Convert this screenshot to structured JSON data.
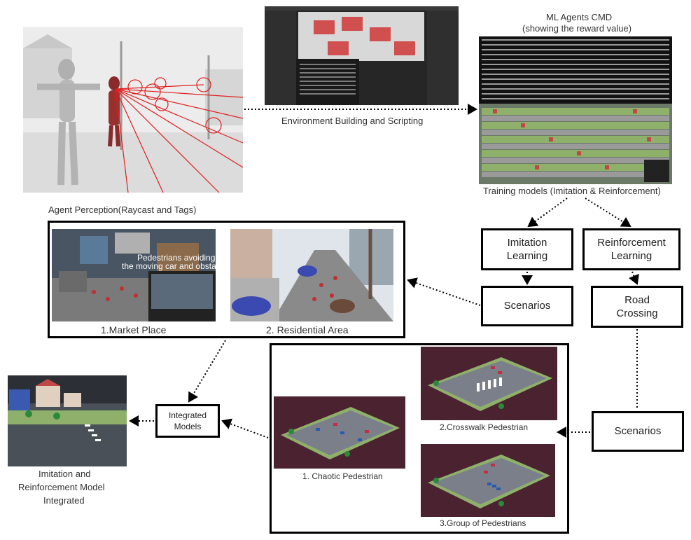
{
  "labels": {
    "env_building": "Environment Building and Scripting",
    "ml_cmd_line1": "ML Agents CMD",
    "ml_cmd_line2": "(showing the reward value)",
    "training_models": "Training models (Imitation & Reinforcement)",
    "agent_perception": "Agent Perception(Raycast and Tags)",
    "market_place": "1.Market Place",
    "residential_area": "2. Residential Area",
    "pedestrians_overlay_line1": "Pedestrians avoiding",
    "pedestrians_overlay_line2": "the moving car and obstacles",
    "imitation_line1": "Imitation",
    "imitation_line2": "Learning",
    "reinforcement_line1": "Reinforcement",
    "reinforcement_line2": "Learning",
    "scenarios_left": "Scenarios",
    "road_crossing_line1": "Road",
    "road_crossing_line2": "Crossing",
    "scenarios_right": "Scenarios",
    "integrated_line1": "Integrated",
    "integrated_line2": "Models",
    "chaotic_pedestrian": "1. Chaotic Pedestrian",
    "crosswalk_pedestrian": "2.Crosswalk Pedestrian",
    "group_pedestrians": "3.Group of Pedestrians",
    "final_line1": "Imitation and",
    "final_line2": "Reinforcement Model",
    "final_line3": "Integrated"
  },
  "colors": {
    "border": "#000000",
    "ray_red": "#e02020",
    "dark_bg": "#1e1e1e",
    "plum_bg": "#4a2230"
  }
}
